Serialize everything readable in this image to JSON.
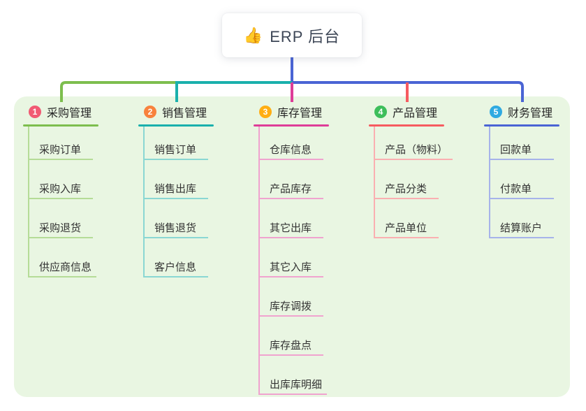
{
  "root": {
    "icon": "👍",
    "title": "ERP 后台"
  },
  "colors": {
    "canvas_bg": "#ffffff",
    "group_bg": "#e9f6e2",
    "root_text": "#3d4656",
    "root_connector": "#4a64d4",
    "item_text": "#333333"
  },
  "branches": [
    {
      "num": "1",
      "label": "采购管理",
      "badge_color": "#f15a73",
      "line_color": "#7dbe4e",
      "light_color": "#b5dc97",
      "items": [
        "采购订单",
        "采购入库",
        "采购退货",
        "供应商信息"
      ]
    },
    {
      "num": "2",
      "label": "销售管理",
      "badge_color": "#f8823d",
      "line_color": "#1ab0ac",
      "light_color": "#8ad7d3",
      "items": [
        "销售订单",
        "销售出库",
        "销售退货",
        "客户信息"
      ]
    },
    {
      "num": "3",
      "label": "库存管理",
      "badge_color": "#ffae13",
      "line_color": "#de3d98",
      "light_color": "#f0a3cf",
      "items": [
        "仓库信息",
        "产品库存",
        "其它出库",
        "其它入库",
        "库存调拨",
        "库存盘点",
        "出库库明细"
      ]
    },
    {
      "num": "4",
      "label": "产品管理",
      "badge_color": "#3dbe5b",
      "line_color": "#f65b60",
      "light_color": "#faafb1",
      "items": [
        "产品（物料）",
        "产品分类",
        "产品单位"
      ]
    },
    {
      "num": "5",
      "label": "财务管理",
      "badge_color": "#2faae1",
      "line_color": "#4a64d4",
      "light_color": "#a6b3ea",
      "items": [
        "回款单",
        "付款单",
        "结算账户"
      ]
    }
  ]
}
